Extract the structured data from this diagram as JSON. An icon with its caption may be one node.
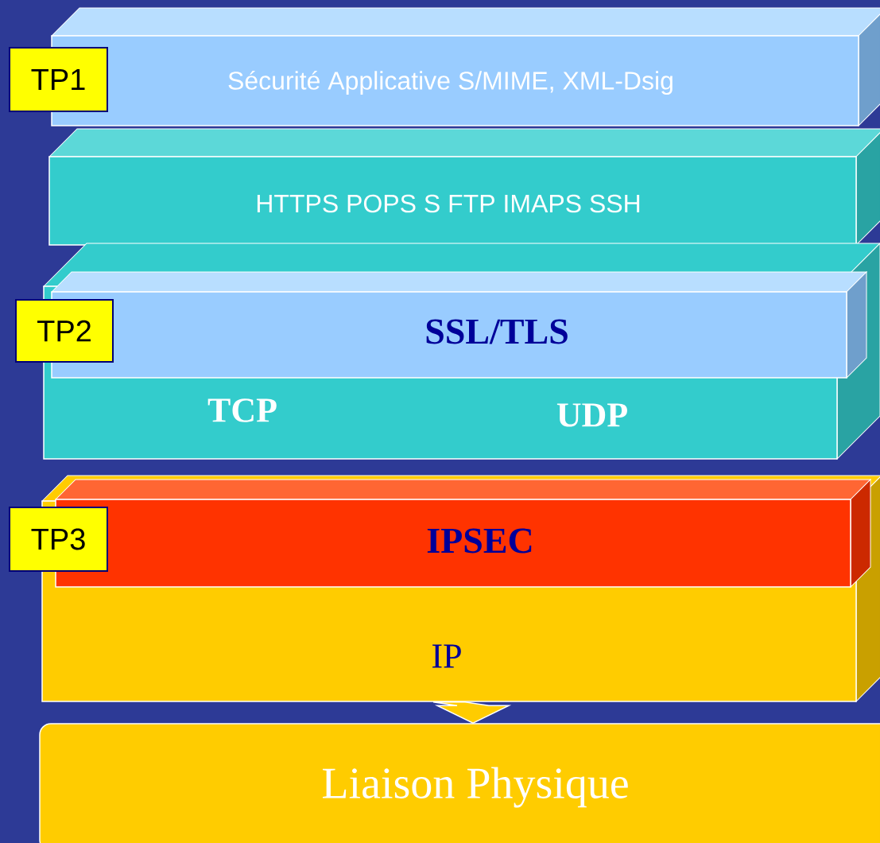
{
  "diagram": {
    "nodes": [
      {
        "text": [
          "Sécurité Applicative S/MIME, XML-Dsig"
        ]
      },
      {
        "text": [
          "HTTPS POPS S FTP IMAPS SSH"
        ]
      },
      {
        "text": [
          "TCP",
          "UDP"
        ]
      },
      {
        "text": [
          "SSL/TLS"
        ],
        "in": 2
      },
      {
        "text": [
          "IP"
        ]
      },
      {
        "text": [
          "IPSEC"
        ],
        "in": 4
      },
      {
        "text": [
          "Liaison Physique"
        ]
      },
      {
        "text": [
          "TP1"
        ]
      },
      {
        "text": [
          "TP2"
        ]
      },
      {
        "text": [
          "TP3"
        ]
      }
    ],
    "edges": [
      {
        "from": 4,
        "to": 6,
        "arrow": "to"
      }
    ]
  }
}
